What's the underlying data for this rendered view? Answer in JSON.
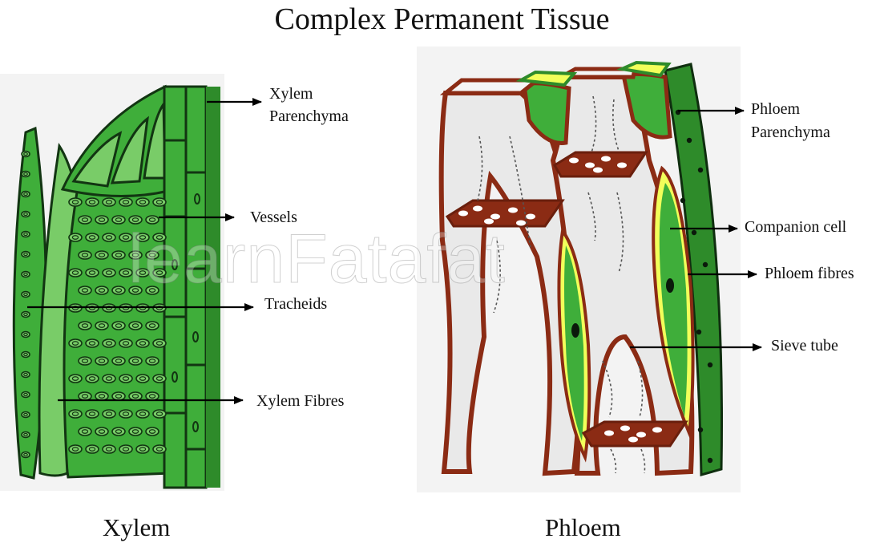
{
  "title": "Complex Permanent Tissue",
  "watermark": "learnFatafat",
  "colors": {
    "tissue_green": "#3fae3a",
    "dark_green": "#2e8b2a",
    "cell_outline": "#123512",
    "phloem_wall": "#8b2b14",
    "phloem_fill": "#e9e9e9",
    "companion_glow": "#f2ff5a"
  },
  "xylem": {
    "caption": "Xylem",
    "labels": {
      "parenchyma_1": "Xylem",
      "parenchyma_2": "Parenchyma",
      "vessels": "Vessels",
      "tracheids": "Tracheids",
      "fibres": "Xylem Fibres"
    }
  },
  "phloem": {
    "caption": "Phloem",
    "labels": {
      "parenchyma_1": "Phloem",
      "parenchyma_2": "Parenchyma",
      "companion": "Companion cell",
      "fibres": "Phloem fibres",
      "sieve": "Sieve tube"
    }
  }
}
